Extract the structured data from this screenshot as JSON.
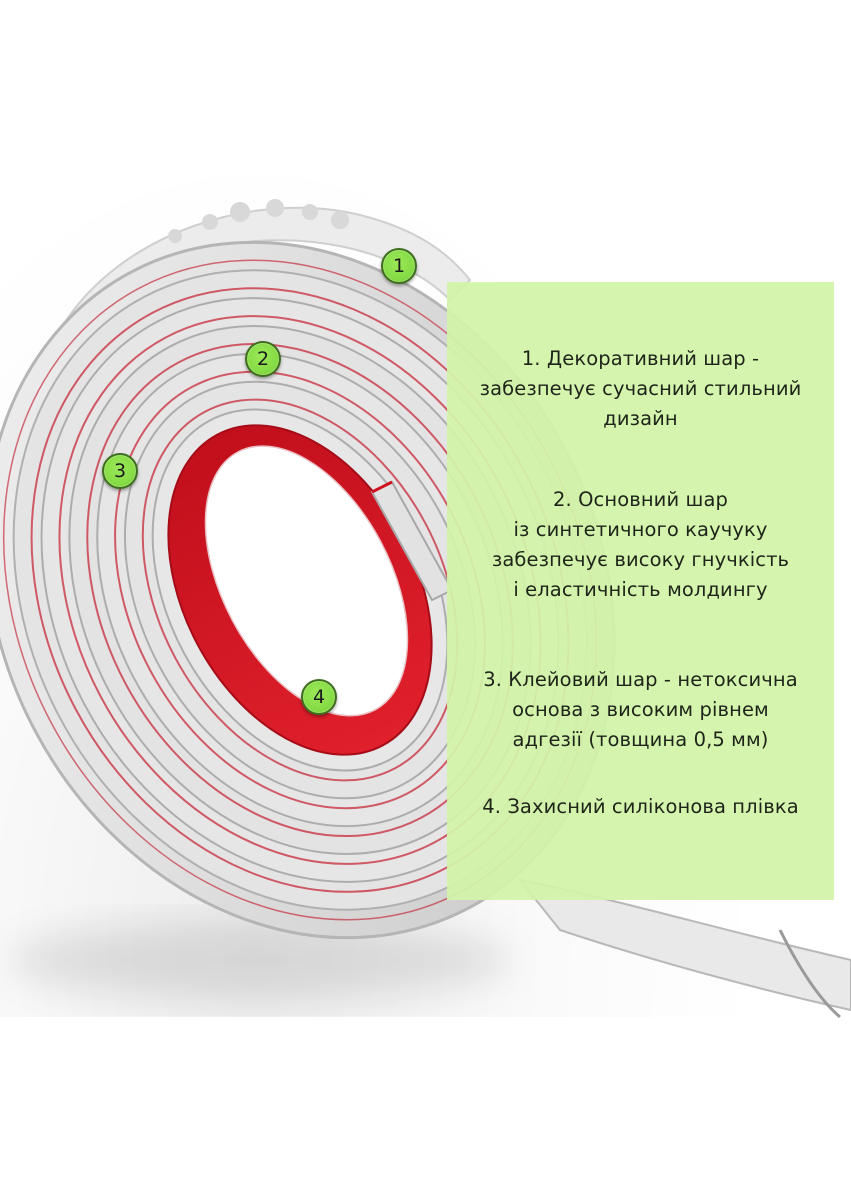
{
  "figure": {
    "subject": "coiled decorative flexible molding roll cross-section",
    "colors": {
      "panel_background": "#d2f4a8",
      "badge_fill": "#86dc44",
      "badge_border": "#3f6d1e",
      "adhesive_red": "#d0121f",
      "molding_white": "#e6e6e6",
      "text": "#1e241a"
    }
  },
  "badges": [
    {
      "number": "1",
      "refers_to": "decorative-layer"
    },
    {
      "number": "2",
      "refers_to": "base-layer"
    },
    {
      "number": "3",
      "refers_to": "adhesive-layer"
    },
    {
      "number": "4",
      "refers_to": "protective-film"
    }
  ],
  "legend": {
    "items": [
      {
        "lines": [
          "1. Декоративний шар -",
          "забезпечує сучасний стильний",
          "дизайн"
        ]
      },
      {
        "lines": [
          "2. Основний шар",
          "із синтетичного каучуку",
          "забезпечує високу гнучкість",
          "і еластичність молдингу"
        ]
      },
      {
        "lines": [
          "3. Клейовий шар - нетоксична",
          "основа з високим рівнем",
          "адгезії (товщина 0,5 мм)"
        ]
      },
      {
        "lines": [
          "4. Захисний силіконова плівка"
        ]
      }
    ]
  }
}
